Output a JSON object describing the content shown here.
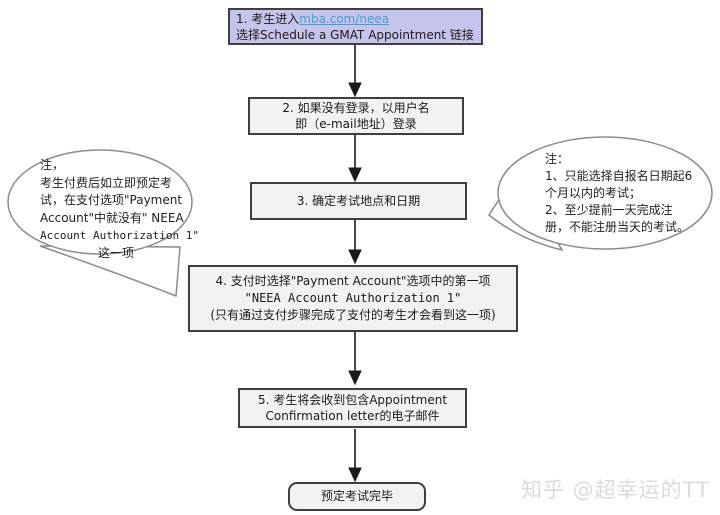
{
  "diagram": {
    "steps": {
      "step1": {
        "prefix": "1. 考生进入",
        "link": "mba.com/neea",
        "line2": "选择Schedule a GMAT Appointment 链接"
      },
      "step2": {
        "line1": "2. 如果没有登录，以用户名",
        "line2": "即（e-mail地址）登录"
      },
      "step3": {
        "line1": "3. 确定考试地点和日期"
      },
      "step4": {
        "line1": "4. 支付时选择\"Payment Account\"选项中的第一项",
        "line2": "\"NEEA Account  Authorization 1\"",
        "line3": "(只有通过支付步骤完成了支付的考生才会看到这一项)"
      },
      "step5": {
        "line1": "5. 考生将会收到包含Appointment",
        "line2": "Confirmation letter的电子邮件"
      },
      "end": {
        "line1": "预定考试完毕"
      }
    },
    "notes": {
      "left": {
        "lines": [
          "注，",
          "考生付费后如立即预定考",
          "试，在支付选项\"Payment",
          "Account\"中就没有\" NEEA",
          "Account Authorization 1\"",
          "这一项"
        ]
      },
      "right": {
        "lines": [
          "注：",
          "1、只能选择自报名日期起6",
          "个月以内的考试；",
          "2、至少提前一天完成注",
          "册，不能注册当天的考试。"
        ]
      }
    },
    "watermark": "知乎 @超幸运的TT"
  },
  "colors": {
    "step1_fill": "#c5c5ec",
    "box_fill": "#f2f2f2",
    "box_border": "#3f3f3f",
    "link_blue": "#41a0cf",
    "bubble_stroke": "#8c8c8c",
    "arrow": "#1a1a1a",
    "watermark_gray": "#dbdbdb",
    "background": "#ffffff"
  }
}
